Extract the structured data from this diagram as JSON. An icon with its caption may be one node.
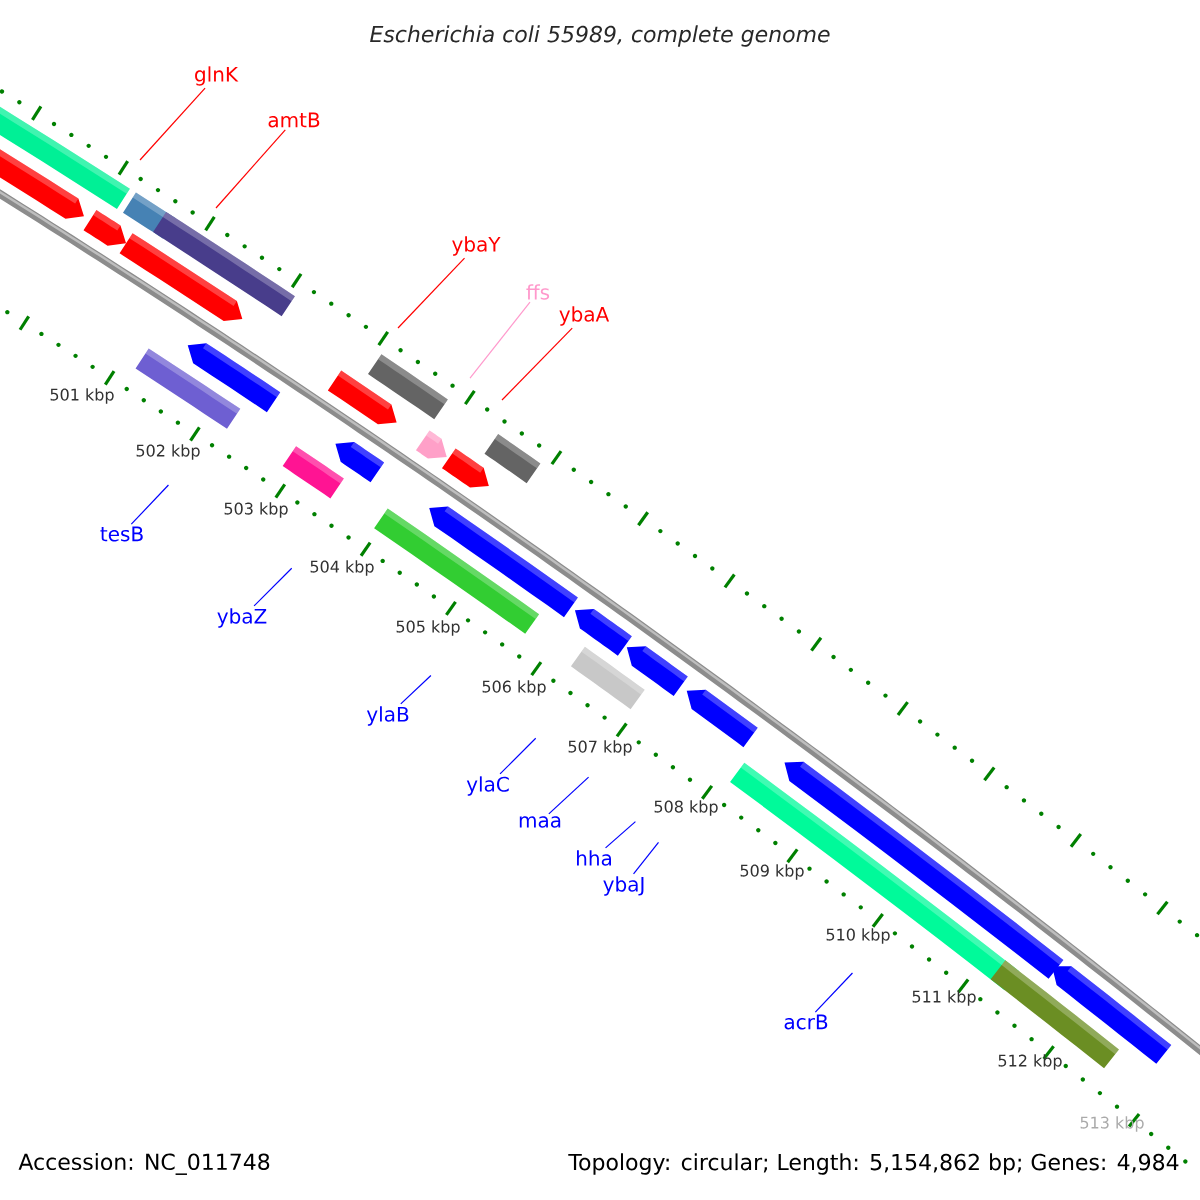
{
  "diagram": {
    "title": "Escherichia coli 55989, complete genome",
    "nodes": [
      {
        "text": [
          "glnK"
        ]
      },
      {
        "text": [
          "amtB"
        ]
      },
      {
        "text": [
          "ybaY"
        ]
      },
      {
        "text": [
          "ffs"
        ]
      },
      {
        "text": [
          "ybaA"
        ]
      },
      {
        "text": [
          "tesB"
        ]
      },
      {
        "text": [
          "ybaZ"
        ]
      },
      {
        "text": [
          "ylaB"
        ]
      },
      {
        "text": [
          "ylaC"
        ]
      },
      {
        "text": [
          "maa"
        ]
      },
      {
        "text": [
          "hha"
        ]
      },
      {
        "text": [
          "ybaJ"
        ]
      },
      {
        "text": [
          "acrB"
        ]
      }
    ],
    "edges": [
      {
        "from": 0,
        "to": null,
        "arrow": "none",
        "color": "#ff0000"
      },
      {
        "from": 1,
        "to": null,
        "arrow": "none",
        "color": "#ff0000"
      },
      {
        "from": 2,
        "to": null,
        "arrow": "none",
        "color": "#ff0000"
      },
      {
        "from": 3,
        "to": null,
        "arrow": "none",
        "color": "#ff99cc"
      },
      {
        "from": 4,
        "to": null,
        "arrow": "none",
        "color": "#ff0000"
      },
      {
        "from": 5,
        "to": null,
        "arrow": "none"
      },
      {
        "from": 6,
        "to": null,
        "arrow": "none"
      },
      {
        "from": 7,
        "to": null,
        "arrow": "none"
      },
      {
        "from": 8,
        "to": null,
        "arrow": "none"
      },
      {
        "from": 9,
        "to": null,
        "arrow": "none"
      },
      {
        "from": 10,
        "to": null,
        "arrow": "none"
      },
      {
        "from": 11,
        "to": null,
        "arrow": "none"
      },
      {
        "from": 12,
        "to": null,
        "arrow": "none"
      }
    ],
    "labels": [
      "501 kbp",
      "502 kbp",
      "503 kbp",
      "504 kbp",
      "505 kbp",
      "506 kbp",
      "507 kbp",
      "508 kbp",
      "509 kbp",
      "510 kbp",
      "511 kbp",
      "512 kbp",
      "513 kbp",
      "Accession: NC_011748",
      "Topology: circular; Length: 5,154,862 bp; Genes: 4,984"
    ]
  }
}
